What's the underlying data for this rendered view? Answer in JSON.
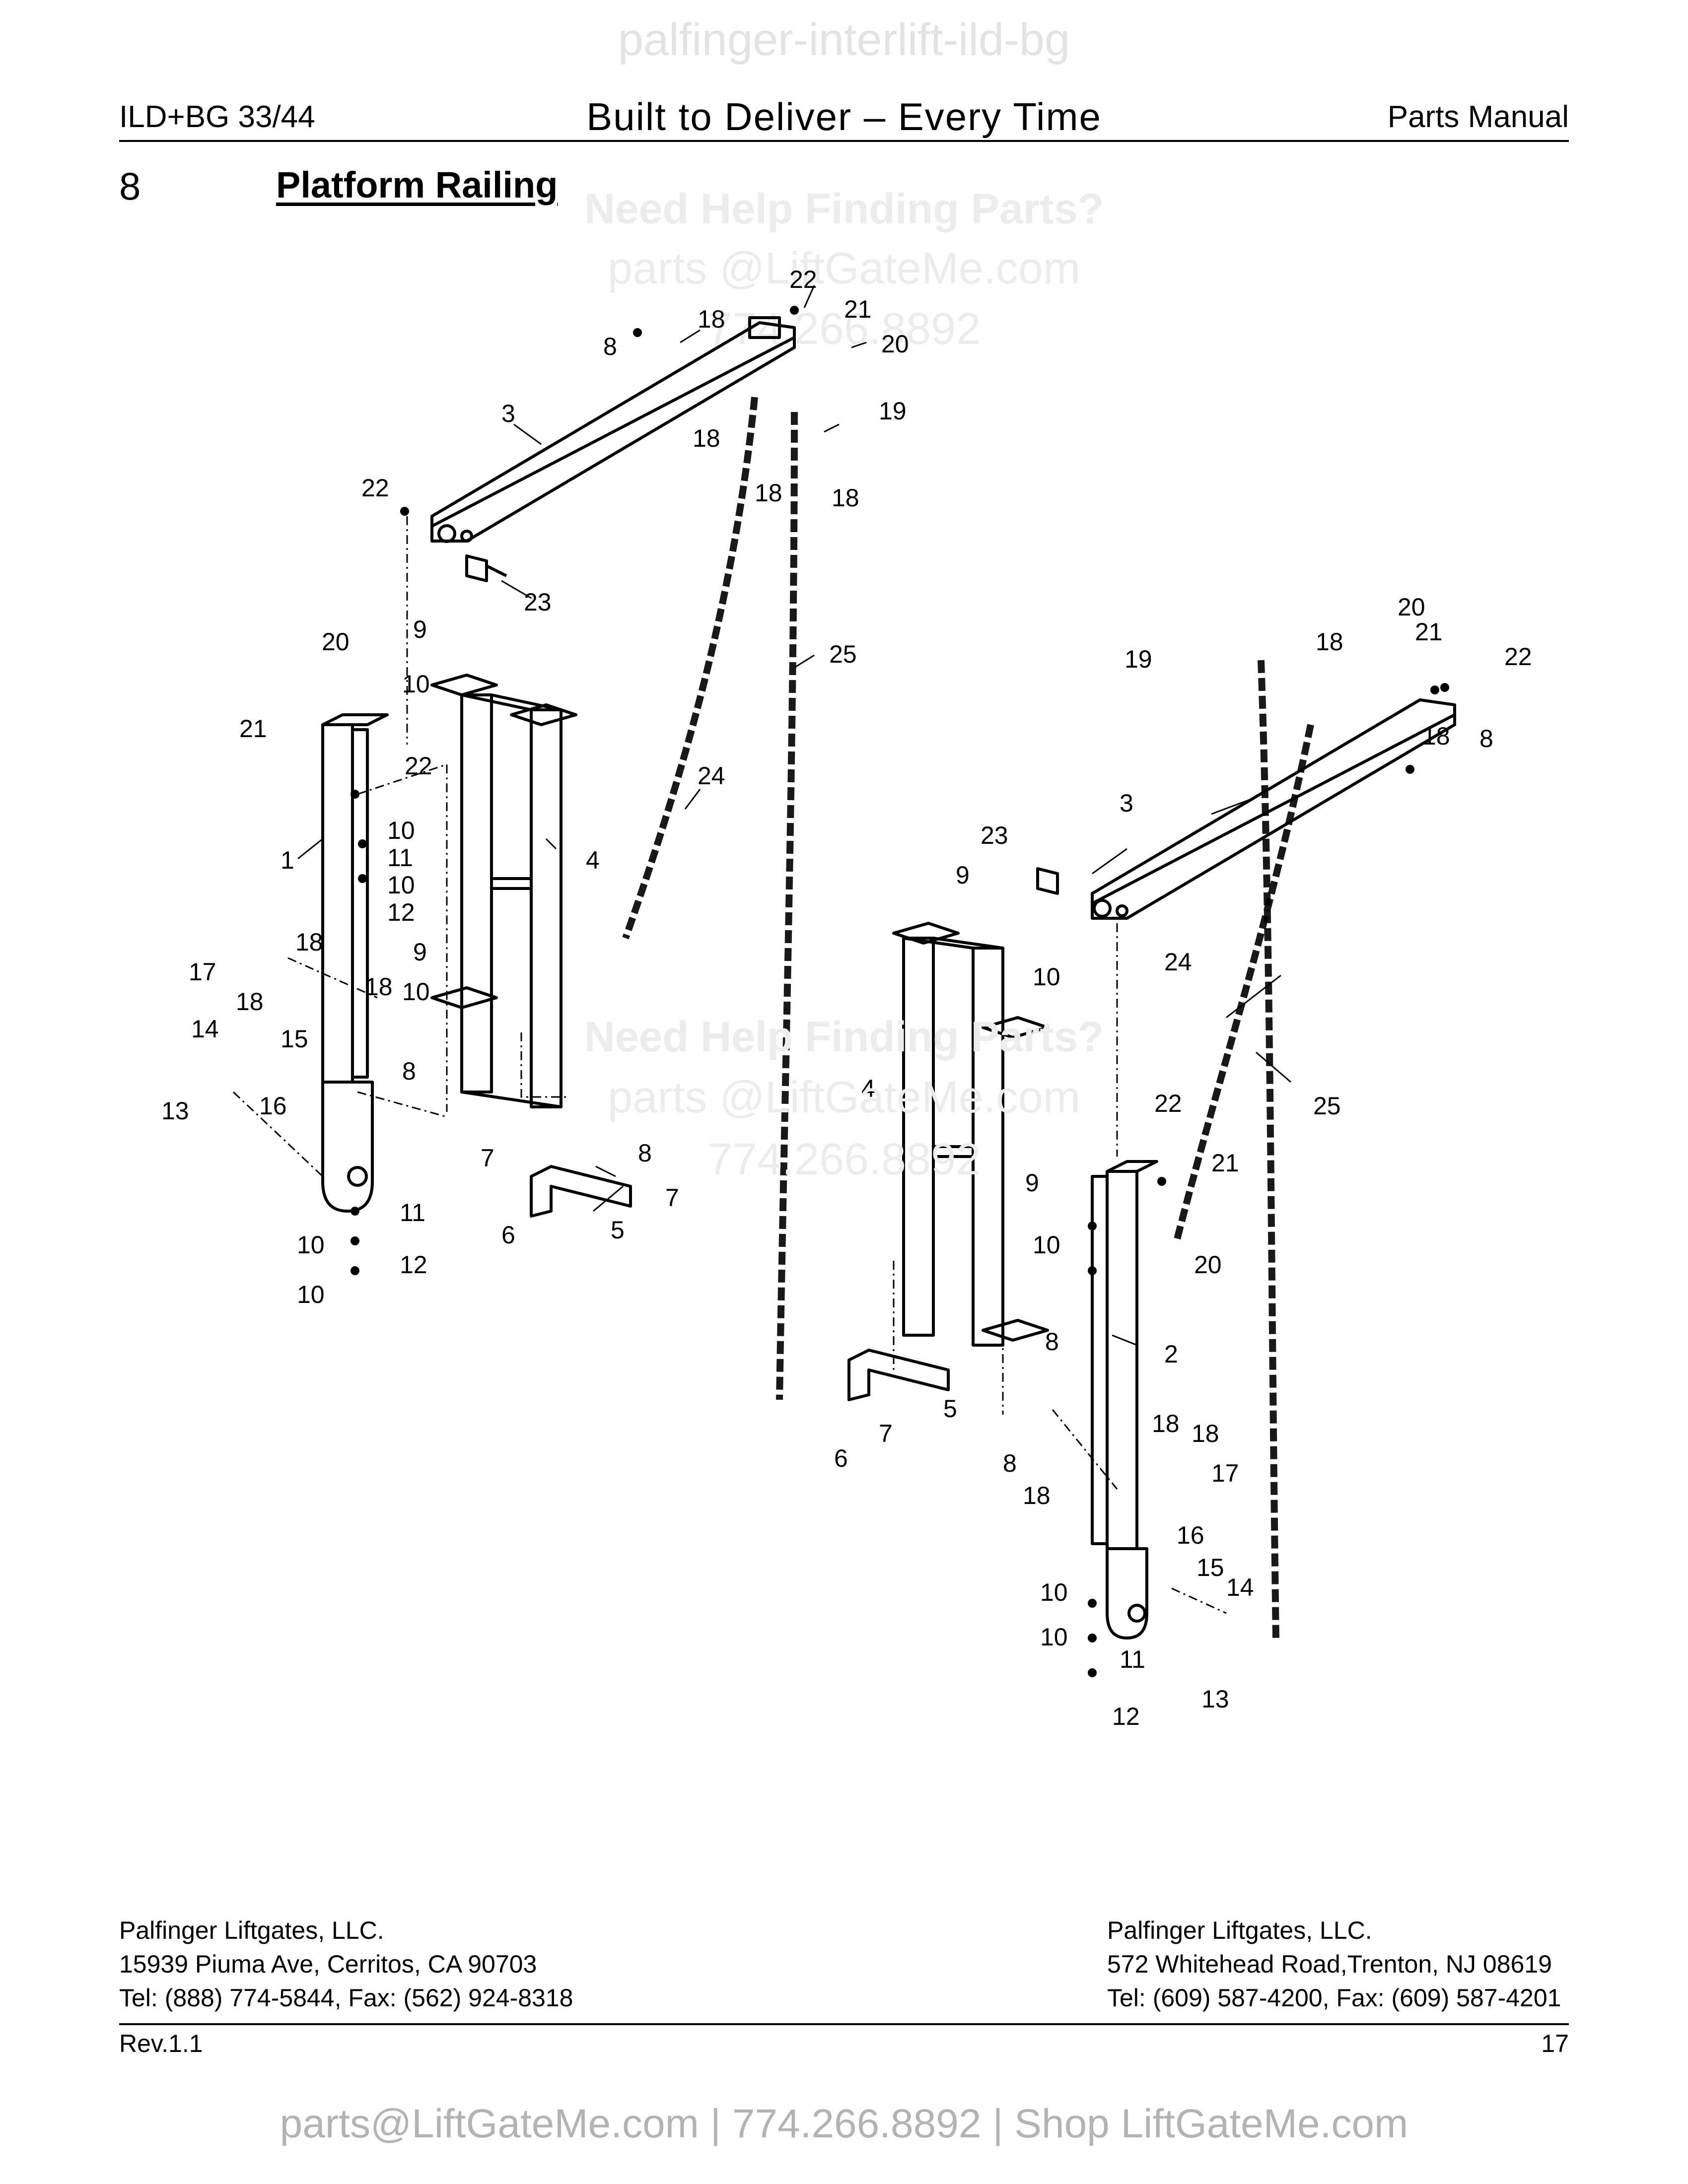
{
  "watermark_top": "palfinger-interlift-ild-bg",
  "header": {
    "left": "ILD+BG 33/44",
    "center": "Built to Deliver – Every Time",
    "right": "Parts Manual"
  },
  "section": {
    "number": "8",
    "title": "Platform Railing"
  },
  "watermark_help": {
    "line1": "Need Help Finding Parts?",
    "line2": "parts @LiftGateMe.com",
    "line3": "774.266.8892"
  },
  "callouts": {
    "c1": "1",
    "c2": "2",
    "c3": "3",
    "c4": "4",
    "c5": "5",
    "c6": "6",
    "c7": "7",
    "c8": "8",
    "c9": "9",
    "c10": "10",
    "c11": "11",
    "c12": "12",
    "c13": "13",
    "c14": "14",
    "c15": "15",
    "c16": "16",
    "c17": "17",
    "c18": "18",
    "c19": "19",
    "c20": "20",
    "c21": "21",
    "c22": "22",
    "c23": "23",
    "c24": "24",
    "c25": "25"
  },
  "footer": {
    "left": {
      "company": "Palfinger Liftgates, LLC.",
      "address": "15939 Piuma Ave, Cerritos, CA 90703",
      "phone": "Tel: (888) 774-5844, Fax: (562) 924-8318"
    },
    "right": {
      "company": "Palfinger Liftgates, LLC.",
      "address": "572 Whitehead Road,Trenton, NJ 08619",
      "phone": "Tel: (609) 587-4200, Fax: (609) 587-4201"
    },
    "revision": "Rev.1.1",
    "page_number": "17"
  },
  "bottom_bar": "parts@LiftGateMe.com | 774.266.8892 | Shop LiftGateMe.com"
}
